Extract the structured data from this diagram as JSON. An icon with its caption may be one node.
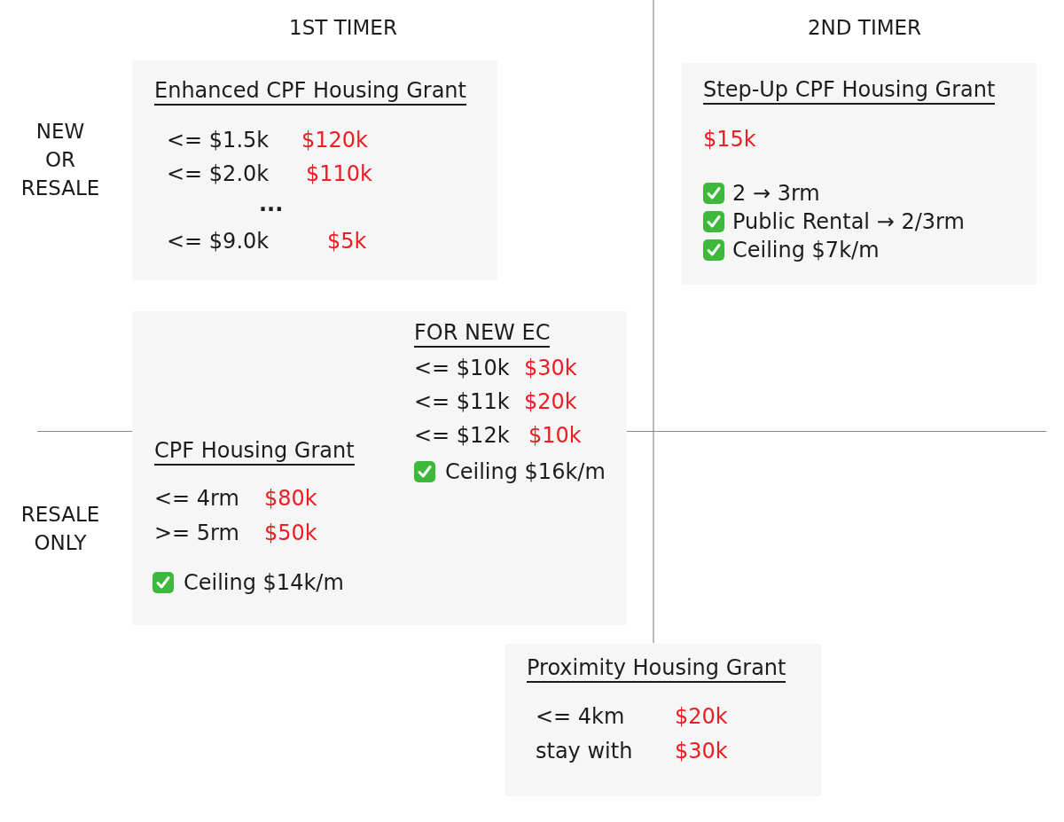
{
  "diagram": {
    "nodes": [
      {
        "text": [
          "Enhanced CPF Housing Grant",
          "<= $1.5k",
          "$120k",
          "<= $2.0k",
          "$110k",
          "...",
          "<= $9.0k",
          "$5k"
        ]
      },
      {
        "text": [
          "Step-Up CPF Housing Grant",
          "$15k",
          "2 → 3rm",
          "Public Rental → 2/3rm",
          "Ceiling $7k/m"
        ]
      },
      {
        "text": [
          "CPF Housing Grant",
          "<= 4rm",
          "$80k",
          ">= 5rm",
          "$50k",
          "Ceiling $14k/m",
          "FOR NEW EC",
          "<= $10k",
          "$30k",
          "<= $11k",
          "$20k",
          "<= $12k",
          "$10k",
          "Ceiling $16k/m"
        ]
      },
      {
        "text": [
          "Proximity Housing Grant",
          "<= 4km",
          "$20k",
          "stay with",
          "$30k"
        ]
      }
    ],
    "labels": [
      "1ST TIMER",
      "2ND TIMER",
      "NEW OR RESALE",
      "RESALE ONLY"
    ]
  }
}
